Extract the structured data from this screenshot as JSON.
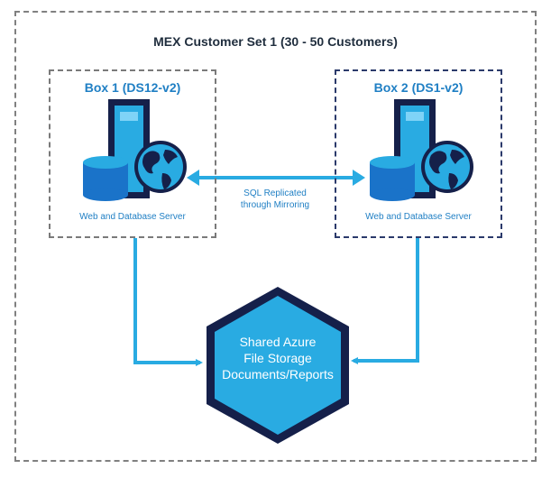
{
  "diagram": {
    "title": "MEX Customer Set 1 (30 - 50 Customers)",
    "box1": {
      "title": "Box 1 (DS12-v2)",
      "caption": "Web and Database Server"
    },
    "box2": {
      "title": "Box 2 (DS1-v2)",
      "caption": "Web and Database Server"
    },
    "connector": {
      "line1": "SQL Replicated",
      "line2": "through Mirroring"
    },
    "storage": {
      "line1": "Shared Azure",
      "line2": "File Storage",
      "line3": "Documents/Reports"
    },
    "icons": [
      "server-icon",
      "database-icon",
      "globe-icon",
      "double-arrow-icon",
      "hexagon-icon"
    ],
    "colors": {
      "accent": "#29abe2",
      "dark_navy": "#15204a",
      "text_blue": "#1f7fc4"
    }
  }
}
